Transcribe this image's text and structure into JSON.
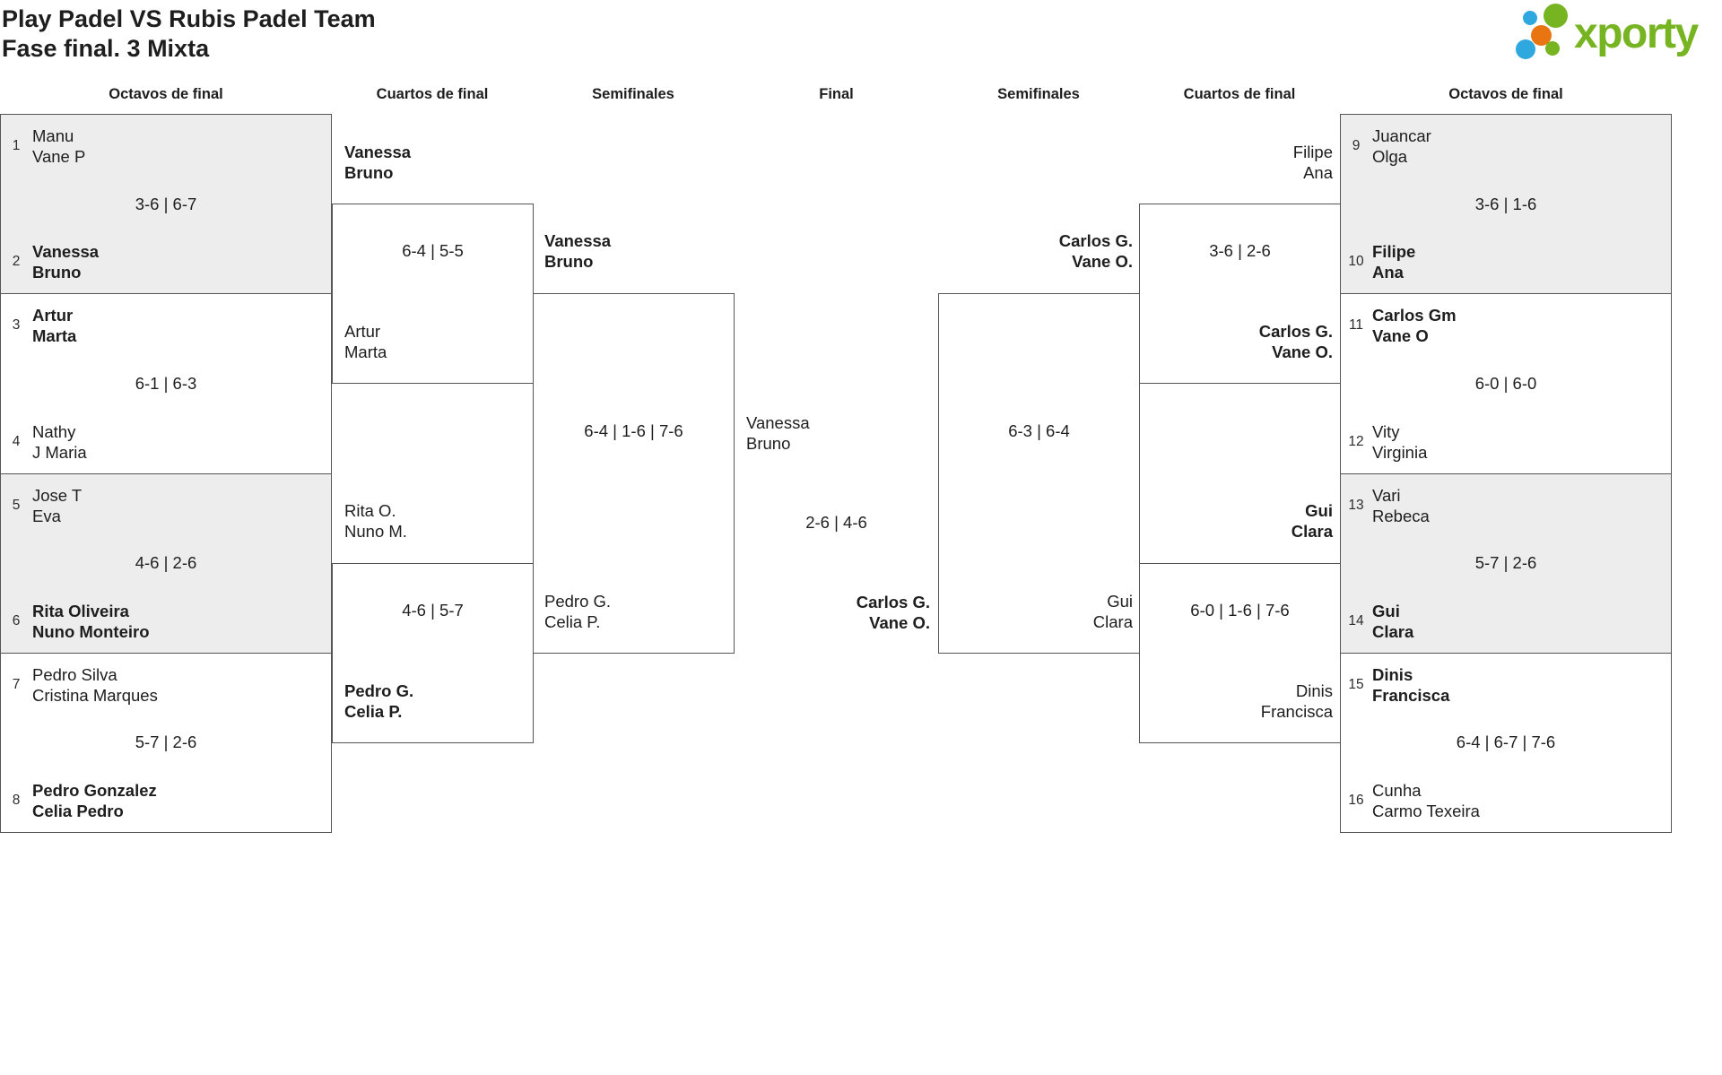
{
  "header": {
    "title_line1": "Play Padel VS Rubis Padel Team",
    "title_line2": "Fase final. 3 Mixta"
  },
  "logo": {
    "brand": "xporty"
  },
  "colors": {
    "brand_green": "#76b421",
    "dot_blue": "#2fa8e0",
    "dot_orange": "#e87511",
    "box_border": "#555555",
    "shaded_row": "#ededed"
  },
  "rounds": {
    "octavos_left": "Octavos de final",
    "cuartos_left": "Cuartos de final",
    "semis_left": "Semifinales",
    "final": "Final",
    "semis_right": "Semifinales",
    "cuartos_right": "Cuartos de final",
    "octavos_right": "Octavos de final"
  },
  "octavos_left": [
    {
      "seed_top": "1",
      "team_top": "Manu\nVane P",
      "top_weight": "normal",
      "score": "3-6 | 6-7",
      "seed_bottom": "2",
      "team_bottom": "Vanessa\nBruno",
      "bottom_weight": "bold"
    },
    {
      "seed_top": "3",
      "team_top": "Artur\nMarta",
      "top_weight": "bold",
      "score": "6-1 | 6-3",
      "seed_bottom": "4",
      "team_bottom": "Nathy\nJ Maria",
      "bottom_weight": "normal"
    },
    {
      "seed_top": "5",
      "team_top": "Jose T\nEva",
      "top_weight": "normal",
      "score": "4-6 | 2-6",
      "seed_bottom": "6",
      "team_bottom": "Rita Oliveira\nNuno Monteiro",
      "bottom_weight": "bold"
    },
    {
      "seed_top": "7",
      "team_top": "Pedro Silva\nCristina Marques",
      "top_weight": "normal",
      "score": "5-7 | 2-6",
      "seed_bottom": "8",
      "team_bottom": "Pedro Gonzalez\nCelia Pedro",
      "bottom_weight": "bold"
    }
  ],
  "octavos_right": [
    {
      "seed_top": "9",
      "team_top": "Juancar\nOlga",
      "top_weight": "normal",
      "score": "3-6 | 1-6",
      "seed_bottom": "10",
      "team_bottom": "Filipe\nAna",
      "bottom_weight": "bold"
    },
    {
      "seed_top": "11",
      "team_top": "Carlos Gm\nVane O",
      "top_weight": "bold",
      "score": "6-0 | 6-0",
      "seed_bottom": "12",
      "team_bottom": "Vity\nVirginia",
      "bottom_weight": "normal"
    },
    {
      "seed_top": "13",
      "team_top": "Vari\nRebeca",
      "top_weight": "normal",
      "score": "5-7 | 2-6",
      "seed_bottom": "14",
      "team_bottom": "Gui\nClara",
      "bottom_weight": "bold"
    },
    {
      "seed_top": "15",
      "team_top": "Dinis\nFrancisca",
      "top_weight": "bold",
      "score": "6-4 | 6-7 | 7-6",
      "seed_bottom": "16",
      "team_bottom": "Cunha\nCarmo Texeira",
      "bottom_weight": "normal"
    }
  ],
  "cuartos_left": [
    {
      "team_top": "Vanessa\nBruno",
      "top_weight": "bold",
      "score": "6-4 | 5-5",
      "team_bottom": "Artur\nMarta",
      "bottom_weight": "normal"
    },
    {
      "team_top": "Rita O.\nNuno M.",
      "top_weight": "normal",
      "score": "4-6 | 5-7",
      "team_bottom": "Pedro G.\nCelia P.",
      "bottom_weight": "bold"
    }
  ],
  "cuartos_right": [
    {
      "team_top": "Filipe\nAna",
      "top_weight": "normal",
      "score": "3-6 | 2-6",
      "team_bottom": "Carlos G.\nVane O.",
      "bottom_weight": "bold"
    },
    {
      "team_top": "Gui\nClara",
      "top_weight": "bold",
      "score": "6-0 | 1-6 | 7-6",
      "team_bottom": "Dinis\nFrancisca",
      "bottom_weight": "normal"
    }
  ],
  "semis_left": {
    "team_top": "Vanessa\nBruno",
    "top_weight": "bold",
    "score": "6-4 | 1-6 | 7-6",
    "team_bottom": "Pedro G.\nCelia P.",
    "bottom_weight": "normal"
  },
  "semis_right": {
    "team_top": "Carlos G.\nVane O.",
    "top_weight": "bold",
    "score": "6-3 | 6-4",
    "team_bottom": "Gui\nClara",
    "bottom_weight": "normal"
  },
  "final": {
    "team_top": "Vanessa\nBruno",
    "top_weight": "normal",
    "score": "2-6 | 4-6",
    "team_bottom": "Carlos G.\nVane O.",
    "bottom_weight": "bold"
  }
}
